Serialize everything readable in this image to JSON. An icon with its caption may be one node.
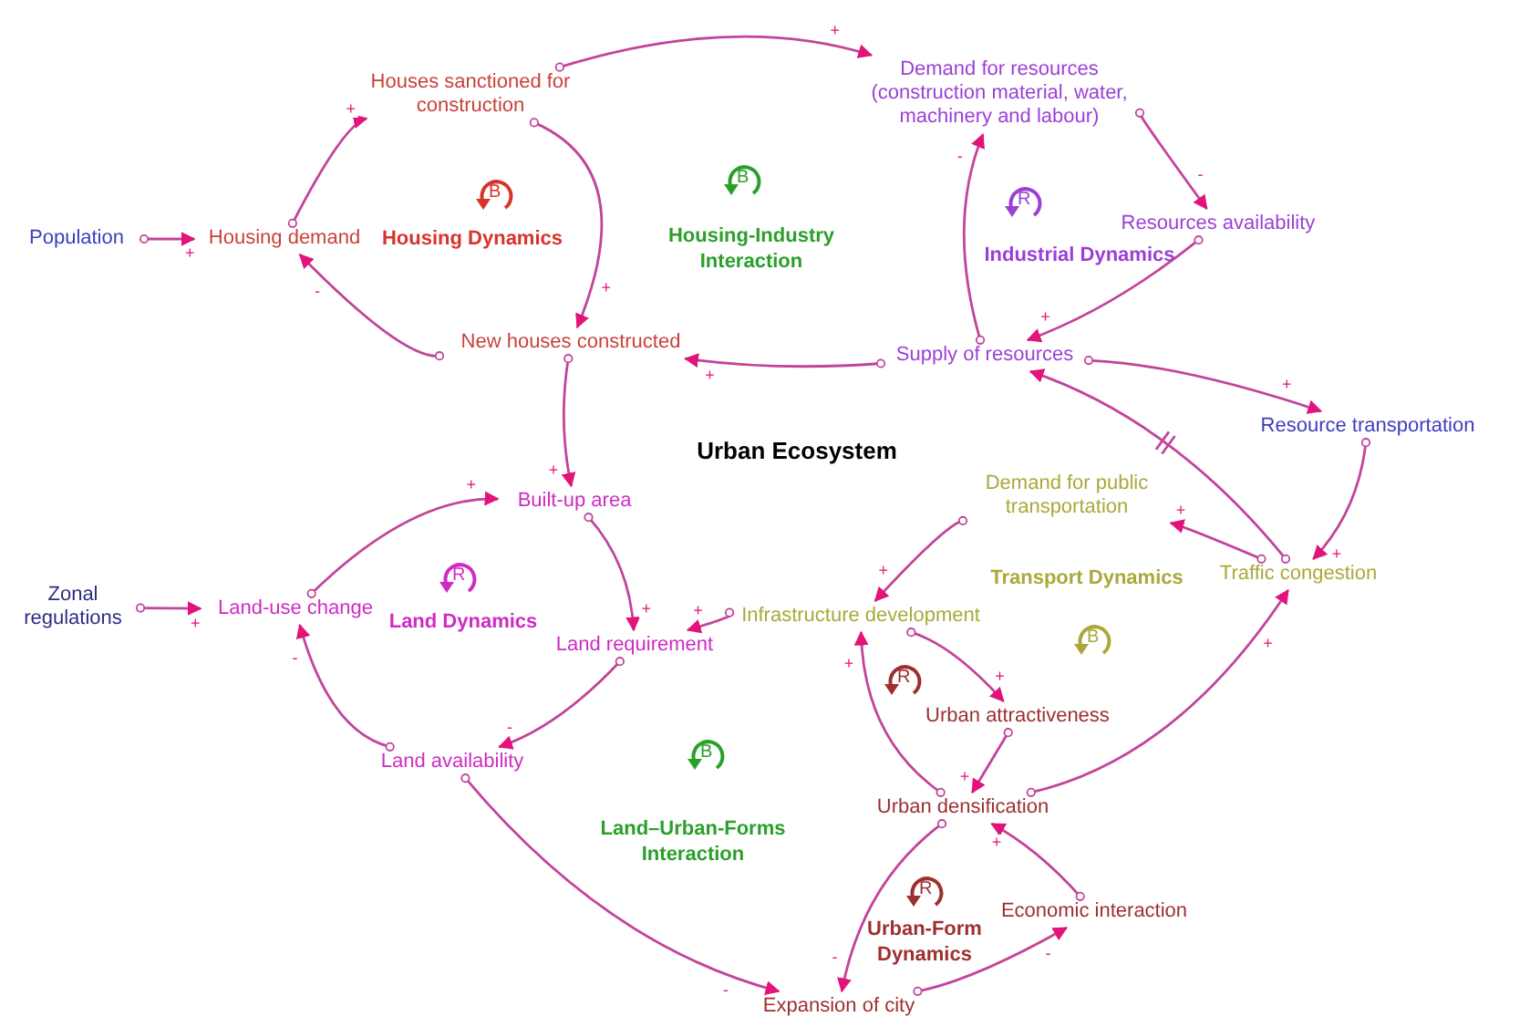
{
  "diagram": {
    "title": "Urban Ecosystem",
    "nodes": [
      {
        "text": [
          "Population"
        ]
      },
      {
        "text": [
          "Housing demand"
        ]
      },
      {
        "text": [
          "Houses sanctioned for construction"
        ]
      },
      {
        "text": [
          "New houses constructed"
        ]
      },
      {
        "text": [
          "Demand for resources (construction material, water, machinery and labour)"
        ]
      },
      {
        "text": [
          "Resources availability"
        ]
      },
      {
        "text": [
          "Supply of resources"
        ]
      },
      {
        "text": [
          "Resource transportation"
        ]
      },
      {
        "text": [
          "Built-up area"
        ]
      },
      {
        "text": [
          "Zonal regulations"
        ]
      },
      {
        "text": [
          "Land-use change"
        ]
      },
      {
        "text": [
          "Land requirement"
        ]
      },
      {
        "text": [
          "Land availability"
        ]
      },
      {
        "text": [
          "Demand for public transportation"
        ]
      },
      {
        "text": [
          "Traffic congestion"
        ]
      },
      {
        "text": [
          "Infrastructure development"
        ]
      },
      {
        "text": [
          "Urban attractiveness"
        ]
      },
      {
        "text": [
          "Urban densification"
        ]
      },
      {
        "text": [
          "Economic interaction"
        ]
      },
      {
        "text": [
          "Expansion of city"
        ]
      }
    ],
    "edges": [
      {
        "from": 0,
        "to": 1,
        "arrow": "to",
        "label": "+"
      },
      {
        "from": 1,
        "to": 2,
        "arrow": "to",
        "label": "+"
      },
      {
        "from": 2,
        "to": 3,
        "arrow": "to",
        "label": "+"
      },
      {
        "from": 3,
        "to": 1,
        "arrow": "to",
        "label": "-"
      },
      {
        "from": 2,
        "to": 4,
        "arrow": "to",
        "label": "+"
      },
      {
        "from": 4,
        "to": 5,
        "arrow": "to",
        "label": "-"
      },
      {
        "from": 5,
        "to": 6,
        "arrow": "to",
        "label": "+"
      },
      {
        "from": 6,
        "to": 4,
        "arrow": "to",
        "label": "-"
      },
      {
        "from": 6,
        "to": 3,
        "arrow": "to",
        "label": "+"
      },
      {
        "from": 6,
        "to": 7,
        "arrow": "to",
        "label": "+"
      },
      {
        "from": 14,
        "to": 6,
        "arrow": "to"
      },
      {
        "from": 7,
        "to": 14,
        "arrow": "to",
        "label": "+"
      },
      {
        "from": 14,
        "to": 13,
        "arrow": "to",
        "label": "+"
      },
      {
        "from": 13,
        "to": 15,
        "arrow": "to",
        "label": "+"
      },
      {
        "from": 3,
        "to": 8,
        "arrow": "to",
        "label": "+"
      },
      {
        "from": 10,
        "to": 8,
        "arrow": "to",
        "label": "+"
      },
      {
        "from": 8,
        "to": 11,
        "arrow": "to",
        "label": "+"
      },
      {
        "from": 15,
        "to": 11,
        "arrow": "to",
        "label": "+"
      },
      {
        "from": 11,
        "to": 12,
        "arrow": "to",
        "label": "-"
      },
      {
        "from": 12,
        "to": 10,
        "arrow": "to",
        "label": "-"
      },
      {
        "from": 9,
        "to": 10,
        "arrow": "to",
        "label": "+"
      },
      {
        "from": 15,
        "to": 16,
        "arrow": "to",
        "label": "+"
      },
      {
        "from": 16,
        "to": 17,
        "arrow": "to",
        "label": "+"
      },
      {
        "from": 17,
        "to": 15,
        "arrow": "to",
        "label": "+"
      },
      {
        "from": 17,
        "to": 14,
        "arrow": "to",
        "label": "+"
      },
      {
        "from": 12,
        "to": 19,
        "arrow": "to",
        "label": "-"
      },
      {
        "from": 17,
        "to": 19,
        "arrow": "to",
        "label": "-"
      },
      {
        "from": 19,
        "to": 18,
        "arrow": "to",
        "label": "-"
      },
      {
        "from": 18,
        "to": 17,
        "arrow": "to",
        "label": "+"
      }
    ],
    "labels": [
      "B",
      "Housing Dynamics",
      "B",
      "Housing-Industry Interaction",
      "R",
      "Industrial Dynamics",
      "R",
      "Land Dynamics",
      "Transport Dynamics",
      "B",
      "R",
      "B",
      "Land–Urban-Forms Interaction",
      "R",
      "Urban-Form Dynamics"
    ]
  }
}
